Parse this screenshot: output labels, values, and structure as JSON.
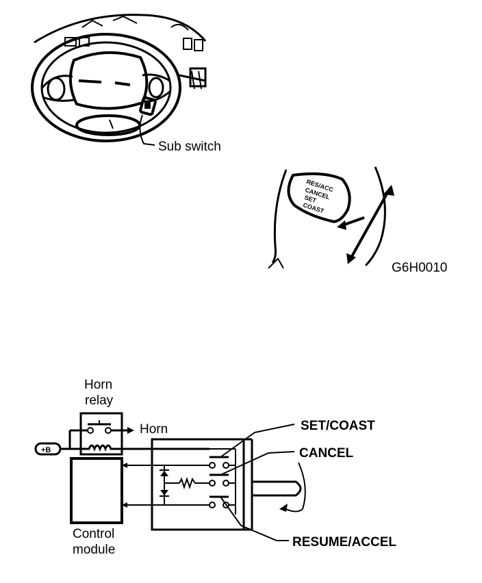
{
  "labels": {
    "sub_switch": "Sub switch",
    "figure_code": "G6H0010",
    "horn_relay_line1": "Horn",
    "horn_relay_line2": "relay",
    "horn": "Horn",
    "set_coast": "SET/COAST",
    "cancel": "CANCEL",
    "resume_accel": "RESUME/ACCEL",
    "control_module_line1": "Control",
    "control_module_line2": "module",
    "battery": "+B"
  },
  "lever_markings": {
    "line1": "RES/ACC",
    "line2": "CANCEL",
    "line3": "SET",
    "line4": "COAST"
  }
}
